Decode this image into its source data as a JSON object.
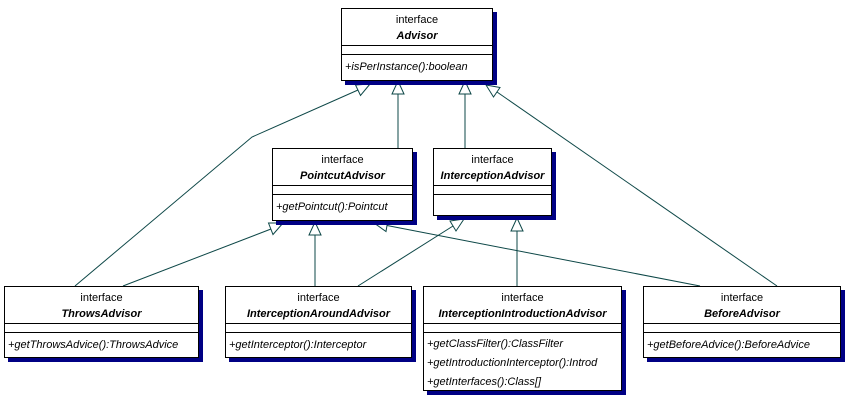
{
  "diagram": {
    "kind": "uml-class-diagram",
    "colors": {
      "background": "#ffffff",
      "box_fill": "#ffffff",
      "box_border": "#000000",
      "box_shadow": "#000084",
      "edge_line": "#0d4747",
      "text": "#000000"
    },
    "classes": [
      {
        "id": "advisor",
        "stereotype": "interface",
        "name": "Advisor",
        "methods": [
          "+isPerInstance():boolean"
        ]
      },
      {
        "id": "pointcut_advisor",
        "stereotype": "interface",
        "name": "PointcutAdvisor",
        "methods": [
          "+getPointcut():Pointcut"
        ]
      },
      {
        "id": "interception_advisor",
        "stereotype": "interface",
        "name": "InterceptionAdvisor",
        "methods": []
      },
      {
        "id": "throws_advisor",
        "stereotype": "interface",
        "name": "ThrowsAdvisor",
        "methods": [
          "+getThrowsAdvice():ThrowsAdvice"
        ]
      },
      {
        "id": "interception_around_advisor",
        "stereotype": "interface",
        "name": "InterceptionAroundAdvisor",
        "methods": [
          "+getInterceptor():Interceptor"
        ]
      },
      {
        "id": "interception_introduction_advisor",
        "stereotype": "interface",
        "name": "InterceptionIntroductionAdvisor",
        "methods": [
          "+getClassFilter():ClassFilter",
          "+getIntroductionInterceptor():Introd",
          "+getInterfaces():Class[]"
        ]
      },
      {
        "id": "before_advisor",
        "stereotype": "interface",
        "name": "BeforeAdvisor",
        "methods": [
          "+getBeforeAdvice():BeforeAdvice"
        ]
      }
    ],
    "relationships": [
      {
        "type": "generalization",
        "from": "PointcutAdvisor",
        "to": "Advisor"
      },
      {
        "type": "generalization",
        "from": "InterceptionAdvisor",
        "to": "Advisor"
      },
      {
        "type": "generalization",
        "from": "ThrowsAdvisor",
        "to": "Advisor"
      },
      {
        "type": "generalization",
        "from": "BeforeAdvisor",
        "to": "Advisor"
      },
      {
        "type": "generalization",
        "from": "ThrowsAdvisor",
        "to": "PointcutAdvisor"
      },
      {
        "type": "generalization",
        "from": "InterceptionAroundAdvisor",
        "to": "PointcutAdvisor"
      },
      {
        "type": "generalization",
        "from": "BeforeAdvisor",
        "to": "PointcutAdvisor"
      },
      {
        "type": "generalization",
        "from": "InterceptionAroundAdvisor",
        "to": "InterceptionAdvisor"
      },
      {
        "type": "generalization",
        "from": "InterceptionIntroductionAdvisor",
        "to": "InterceptionAdvisor"
      }
    ]
  }
}
